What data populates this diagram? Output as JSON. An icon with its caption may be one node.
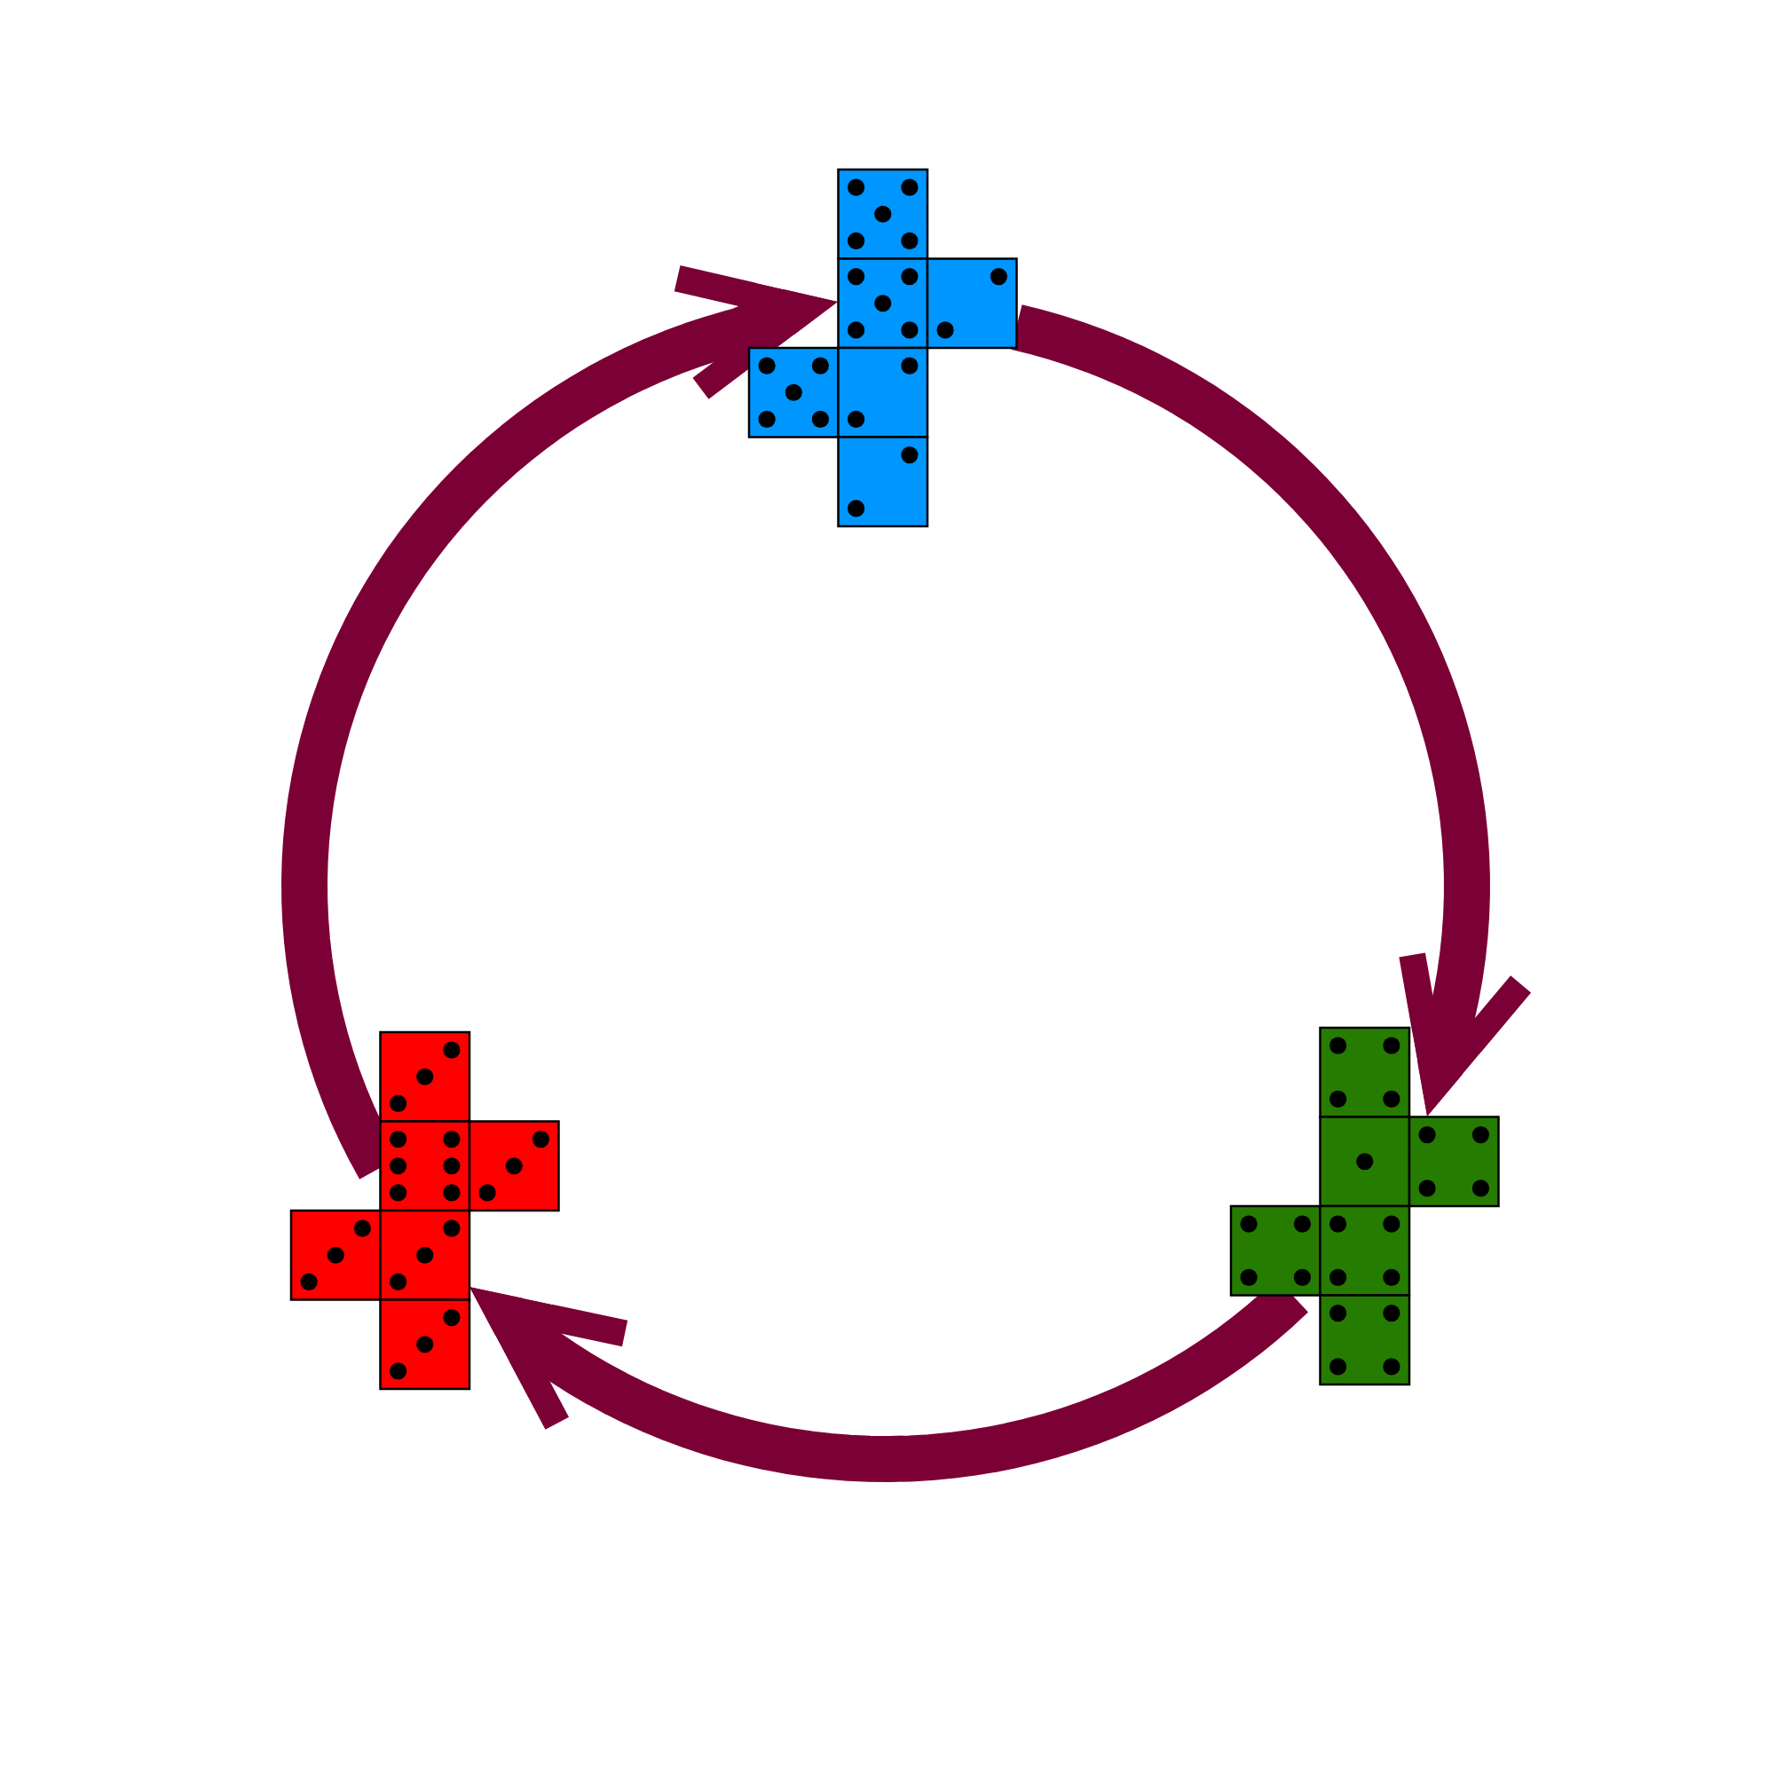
{
  "diagram": {
    "nodes": [
      {
        "text": [],
        "shape": "picture"
      },
      {
        "text": [],
        "shape": "picture"
      },
      {
        "text": [],
        "shape": "picture"
      }
    ],
    "edges": [
      {
        "from": 0,
        "to": 2,
        "arrow": "to"
      },
      {
        "from": 2,
        "to": 1,
        "arrow": "to"
      },
      {
        "from": 1,
        "to": 0,
        "arrow": "to"
      }
    ]
  }
}
